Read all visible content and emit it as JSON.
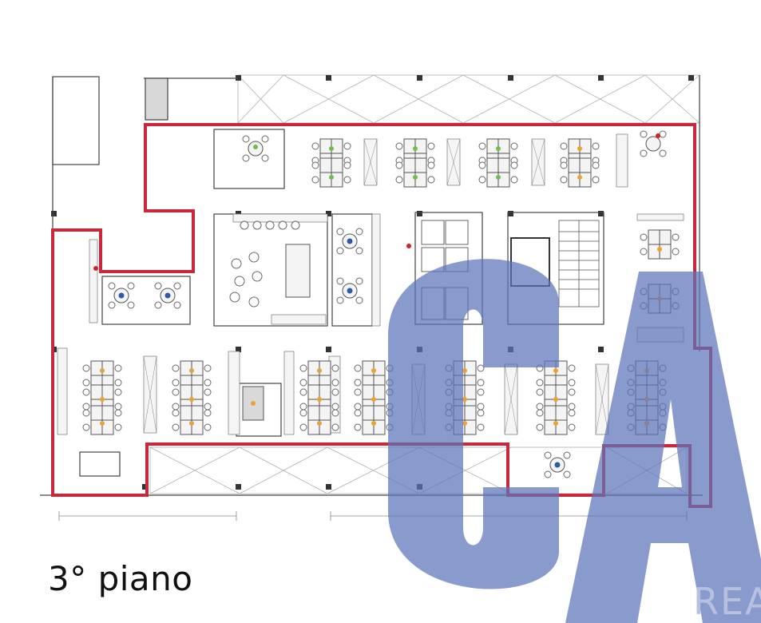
{
  "floor": {
    "label": "3° piano"
  },
  "watermark": {
    "letters": "CA",
    "subtext": "REA",
    "color": "#5b73b8"
  },
  "plan": {
    "boundary_color": "#c8283a",
    "wall_color": "#444444",
    "desk_group_icon": "desk-cluster-icon",
    "markers": [
      {
        "kind": "workstation",
        "color": "#6dbf4a"
      },
      {
        "kind": "workstation",
        "color": "#f0a030"
      },
      {
        "kind": "meeting",
        "color": "#2e5aa8"
      },
      {
        "kind": "utility",
        "color": "#d82020"
      }
    ]
  }
}
